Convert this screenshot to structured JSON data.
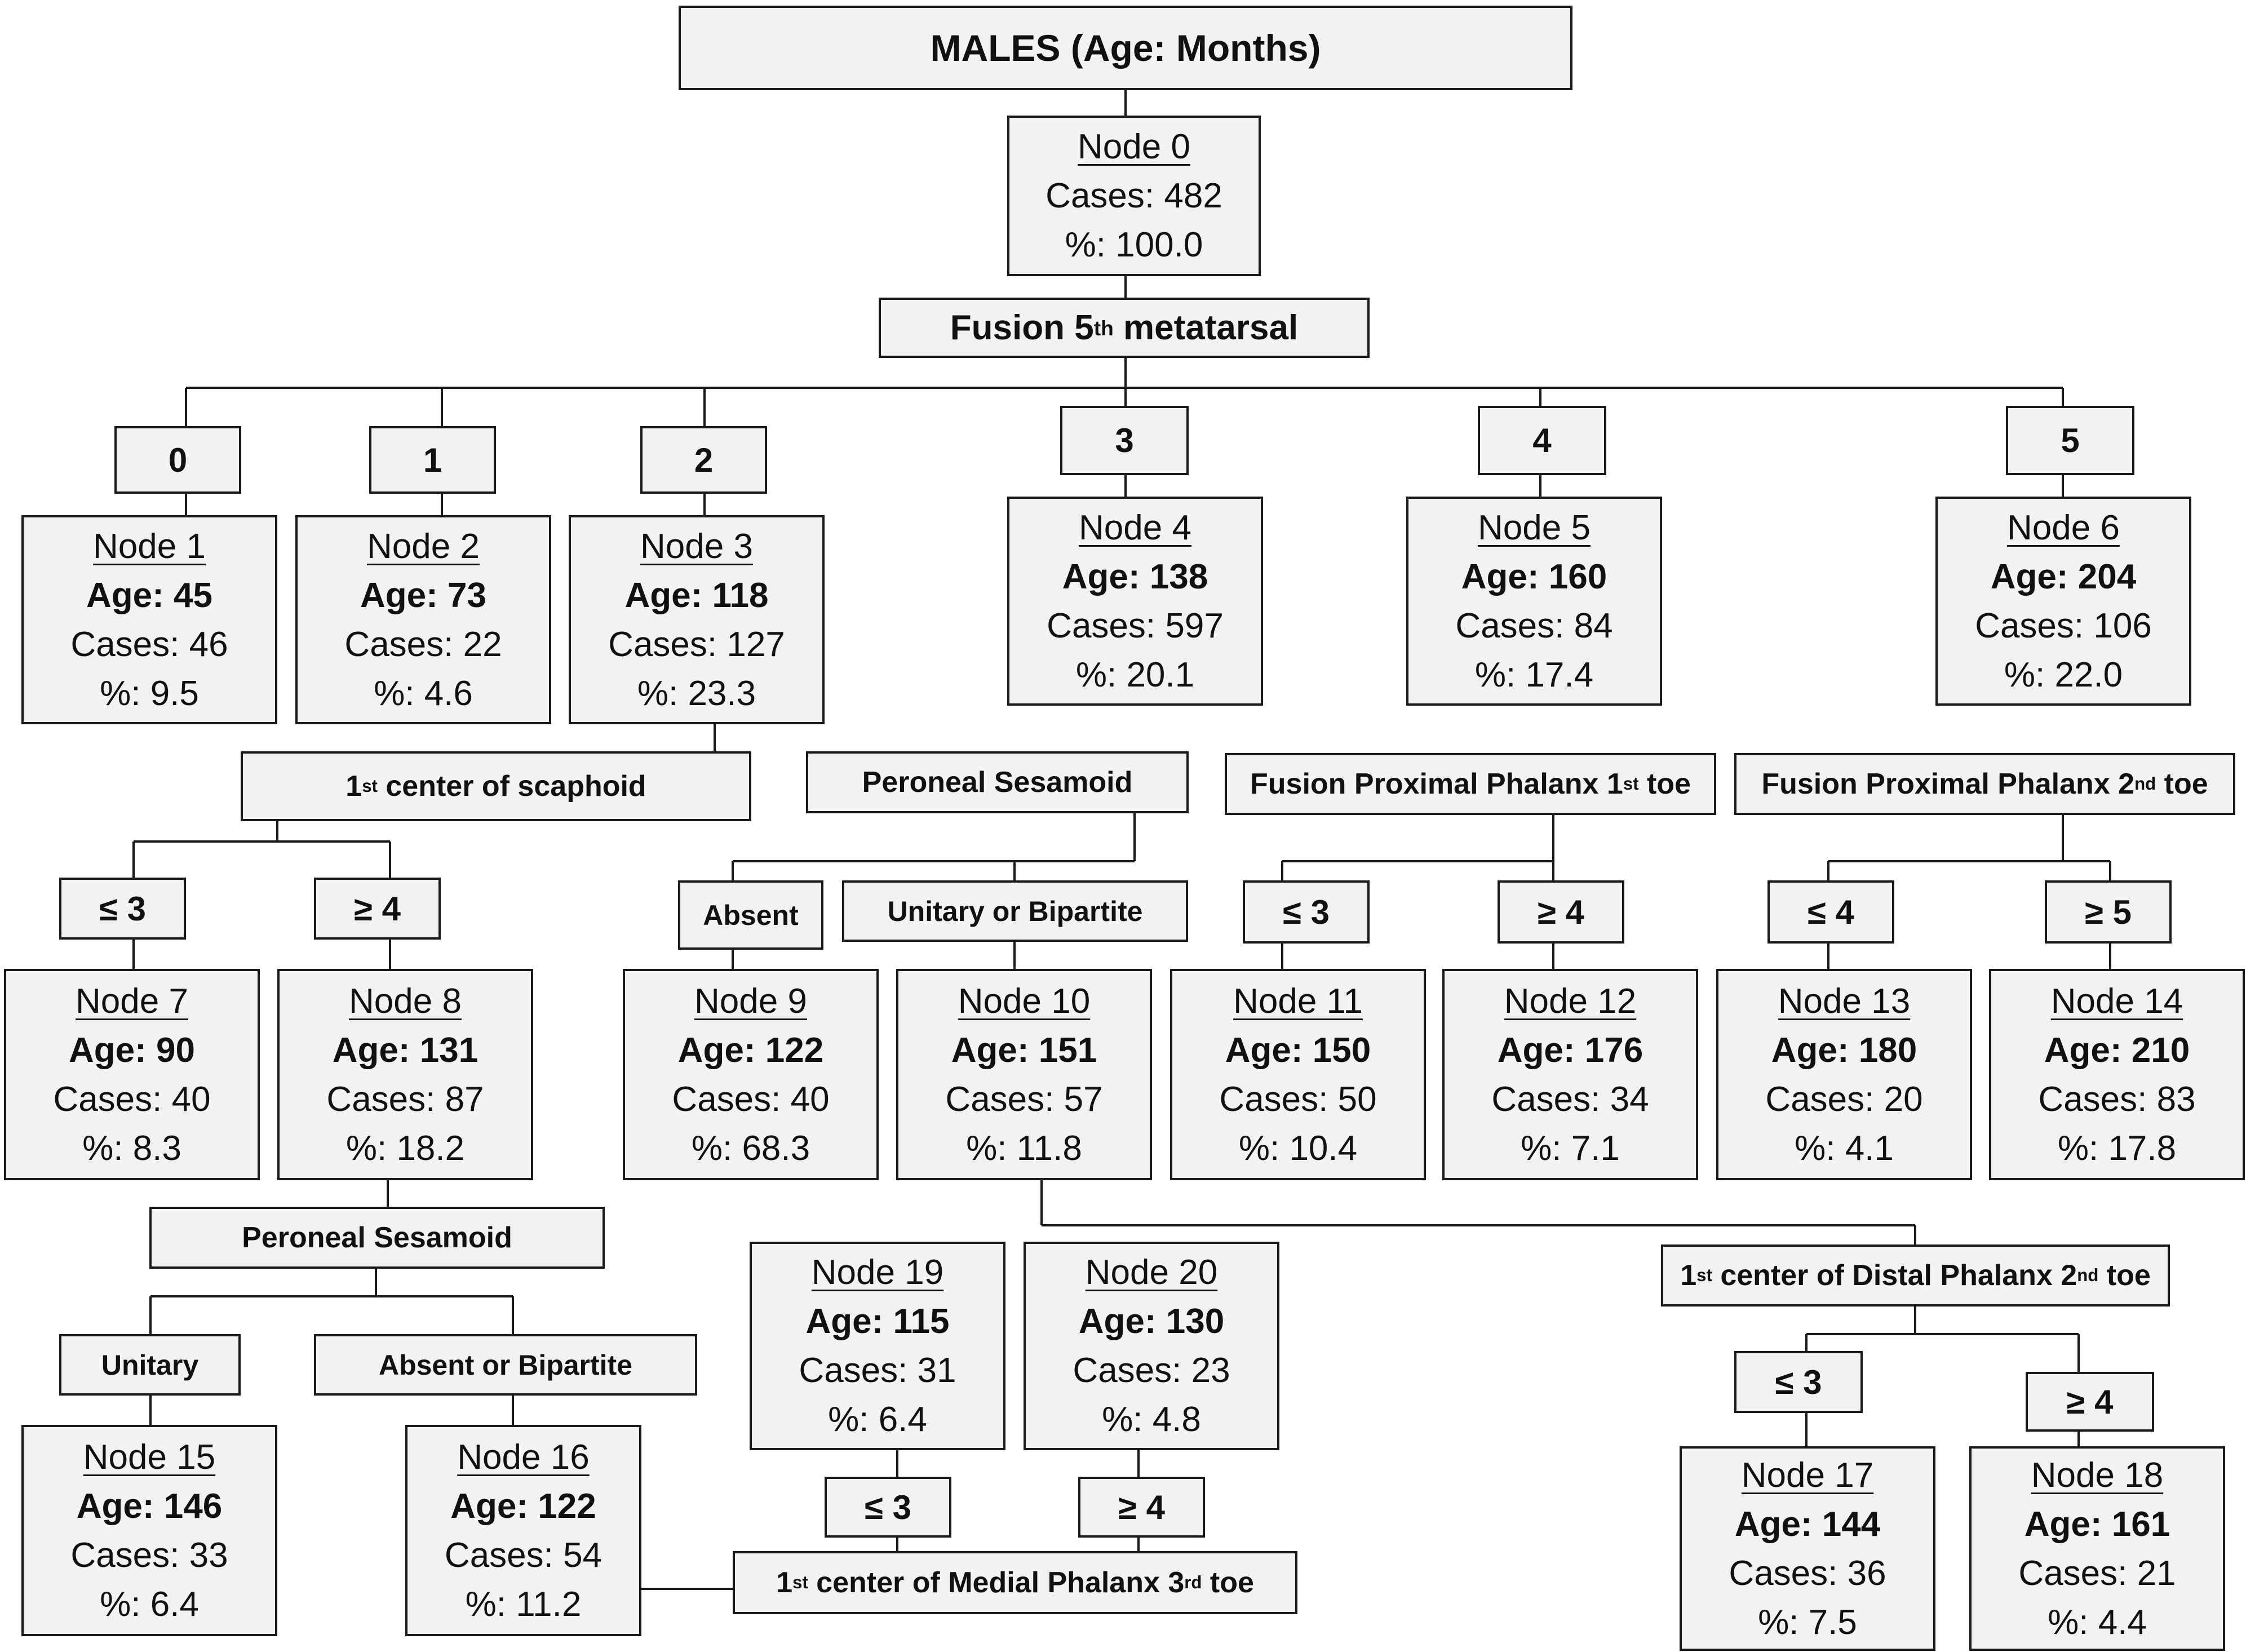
{
  "title": "MALES (Age: Months)",
  "root": {
    "name": "Node 0",
    "cases": "Cases: 482",
    "pct": "%: 100.0"
  },
  "criteria": {
    "c0": {
      "pre": "Fusion 5",
      "sup": "th",
      "post": " metatarsal"
    },
    "c3": {
      "pre": "1",
      "sup": "st",
      "post": " center of scaphoid"
    },
    "c4": {
      "pre": "Peroneal Sesamoid",
      "sup": "",
      "post": ""
    },
    "c5": {
      "pre": "Fusion Proximal Phalanx 1",
      "sup": "st",
      "post": " toe"
    },
    "c6": {
      "pre": "Fusion Proximal Phalanx 2",
      "sup": "nd",
      "post": " toe"
    },
    "c8": {
      "pre": "Peroneal Sesamoid",
      "sup": "",
      "post": ""
    },
    "c10": {
      "pre": "1",
      "sup": "st",
      "post": " center of Distal Phalanx 2",
      "sup2": "nd",
      "post2": " toe"
    },
    "c16": {
      "pre": "1",
      "sup": "st",
      "post": " center of Medial Phalanx 3",
      "sup2": "rd",
      "post2": " toe"
    }
  },
  "branches": {
    "b1": "0",
    "b2": "1",
    "b3": "2",
    "b4": "3",
    "b5": "4",
    "b6": "5",
    "b7": "≤ 3",
    "b8": "≥ 4",
    "b9": "Absent",
    "b10": "Unitary or Bipartite",
    "b11": "≤ 3",
    "b12": "≥ 4",
    "b13": "≤ 4",
    "b14": "≥ 5",
    "b15": "Unitary",
    "b16": "Absent or Bipartite",
    "b17": "≤ 3",
    "b18": "≥ 4",
    "b19": "≤ 3",
    "b20": "≥ 4"
  },
  "nodes": {
    "n1": {
      "name": "Node 1",
      "age": "Age: 45",
      "cases": "Cases: 46",
      "pct": "%: 9.5"
    },
    "n2": {
      "name": "Node 2",
      "age": "Age: 73",
      "cases": "Cases: 22",
      "pct": "%: 4.6"
    },
    "n3": {
      "name": "Node 3",
      "age": "Age: 118",
      "cases": "Cases: 127",
      "pct": "%: 23.3"
    },
    "n4": {
      "name": "Node 4",
      "age": "Age: 138",
      "cases": "Cases: 597",
      "pct": "%: 20.1"
    },
    "n5": {
      "name": "Node 5",
      "age": "Age: 160",
      "cases": "Cases: 84",
      "pct": "%: 17.4"
    },
    "n6": {
      "name": "Node 6",
      "age": "Age: 204",
      "cases": "Cases: 106",
      "pct": "%: 22.0"
    },
    "n7": {
      "name": "Node 7",
      "age": "Age: 90",
      "cases": "Cases: 40",
      "pct": "%: 8.3"
    },
    "n8": {
      "name": "Node 8",
      "age": "Age: 131",
      "cases": "Cases: 87",
      "pct": "%: 18.2"
    },
    "n9": {
      "name": "Node 9",
      "age": "Age: 122",
      "cases": "Cases: 40",
      "pct": "%: 68.3"
    },
    "n10": {
      "name": "Node 10",
      "age": "Age: 151",
      "cases": "Cases: 57",
      "pct": "%: 11.8"
    },
    "n11": {
      "name": "Node 11",
      "age": "Age: 150",
      "cases": "Cases: 50",
      "pct": "%: 10.4"
    },
    "n12": {
      "name": "Node 12",
      "age": "Age: 176",
      "cases": "Cases: 34",
      "pct": "%: 7.1"
    },
    "n13": {
      "name": "Node 13",
      "age": "Age: 180",
      "cases": "Cases: 20",
      "pct": "%: 4.1"
    },
    "n14": {
      "name": "Node 14",
      "age": "Age: 210",
      "cases": "Cases: 83",
      "pct": "%: 17.8"
    },
    "n15": {
      "name": "Node 15",
      "age": "Age: 146",
      "cases": "Cases: 33",
      "pct": "%: 6.4"
    },
    "n16": {
      "name": "Node 16",
      "age": "Age: 122",
      "cases": "Cases: 54",
      "pct": "%: 11.2"
    },
    "n17": {
      "name": "Node 17",
      "age": "Age: 144",
      "cases": "Cases: 36",
      "pct": "%: 7.5"
    },
    "n18": {
      "name": "Node 18",
      "age": "Age: 161",
      "cases": "Cases: 21",
      "pct": "%: 4.4"
    },
    "n19": {
      "name": "Node 19",
      "age": "Age: 115",
      "cases": "Cases: 31",
      "pct": "%: 6.4"
    },
    "n20": {
      "name": "Node 20",
      "age": "Age: 130",
      "cases": "Cases: 23",
      "pct": "%: 4.8"
    }
  }
}
